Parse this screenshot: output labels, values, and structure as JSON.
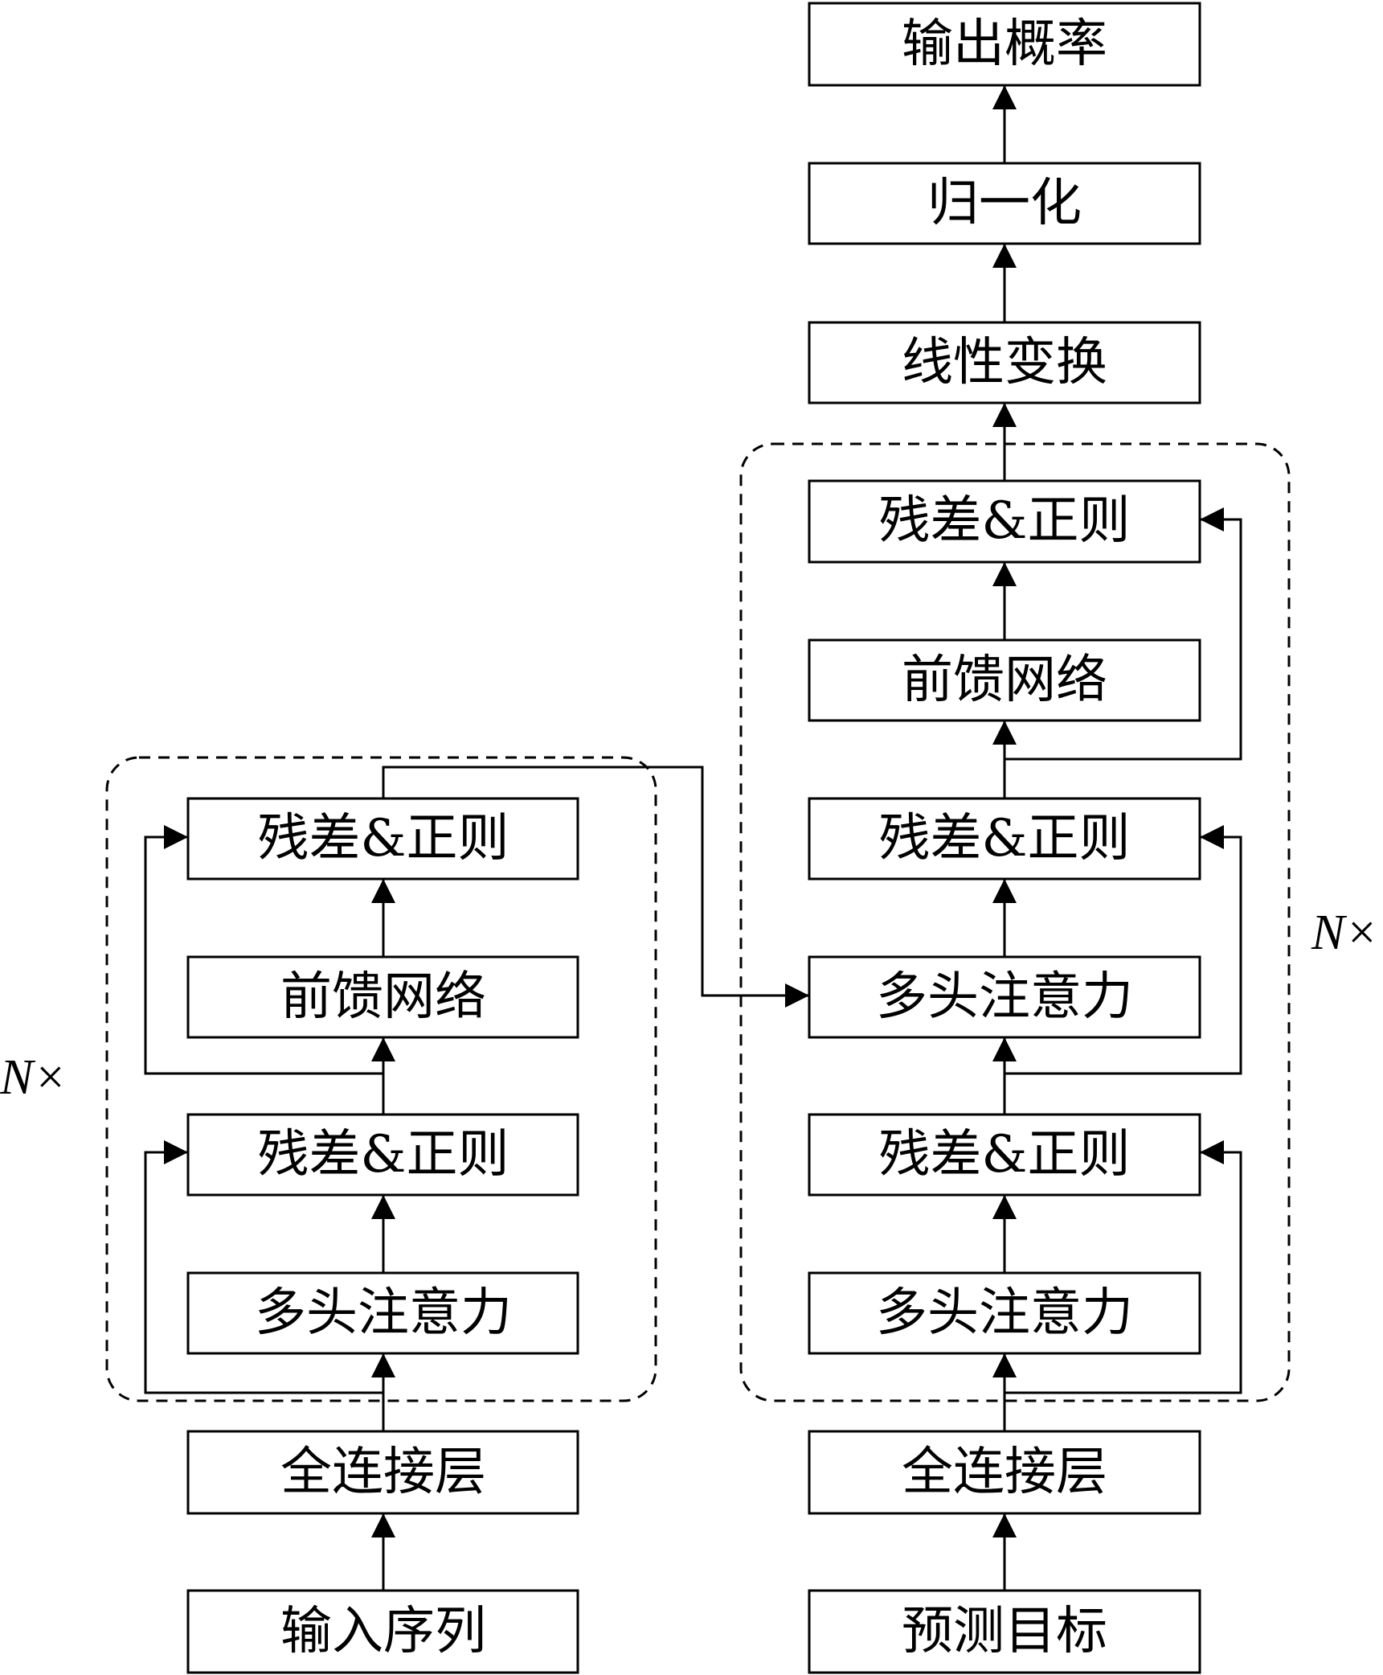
{
  "encoder": {
    "repeat_label": "N×",
    "input": "输入序列",
    "embed": "全连接层",
    "attention": "多头注意力",
    "add_norm_1": "残差&正则",
    "feed_forward": "前馈网络",
    "add_norm_2": "残差&正则"
  },
  "decoder": {
    "repeat_label": "N×",
    "input": "预测目标",
    "embed": "全连接层",
    "self_attention": "多头注意力",
    "add_norm_1": "残差&正则",
    "cross_attention": "多头注意力",
    "add_norm_2": "残差&正则",
    "feed_forward": "前馈网络",
    "add_norm_3": "残差&正则"
  },
  "output_head": {
    "linear": "线性变换",
    "normalize": "归一化",
    "output": "输出概率"
  }
}
